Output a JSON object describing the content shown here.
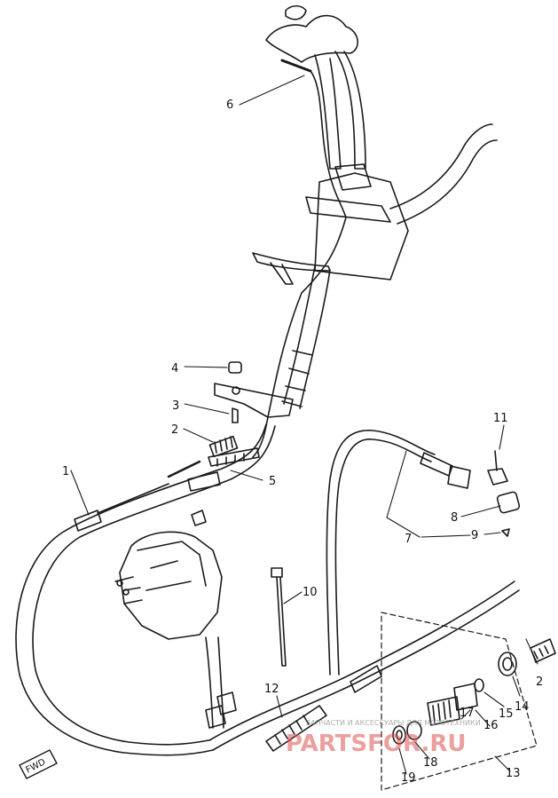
{
  "diagram": {
    "fwd_label": "FWD",
    "callouts": [
      "1",
      "2",
      "3",
      "4",
      "5",
      "6",
      "7",
      "8",
      "9",
      "10",
      "11",
      "12",
      "13",
      "14",
      "15",
      "16",
      "17",
      "18",
      "19",
      "2"
    ],
    "watermark": {
      "text": "PARTSFOR.RU",
      "caption": "ЗАПЧАСТИ И АКСЕССУАРЫ ДЛЯ МОТОТЕХНИКИ"
    }
  }
}
